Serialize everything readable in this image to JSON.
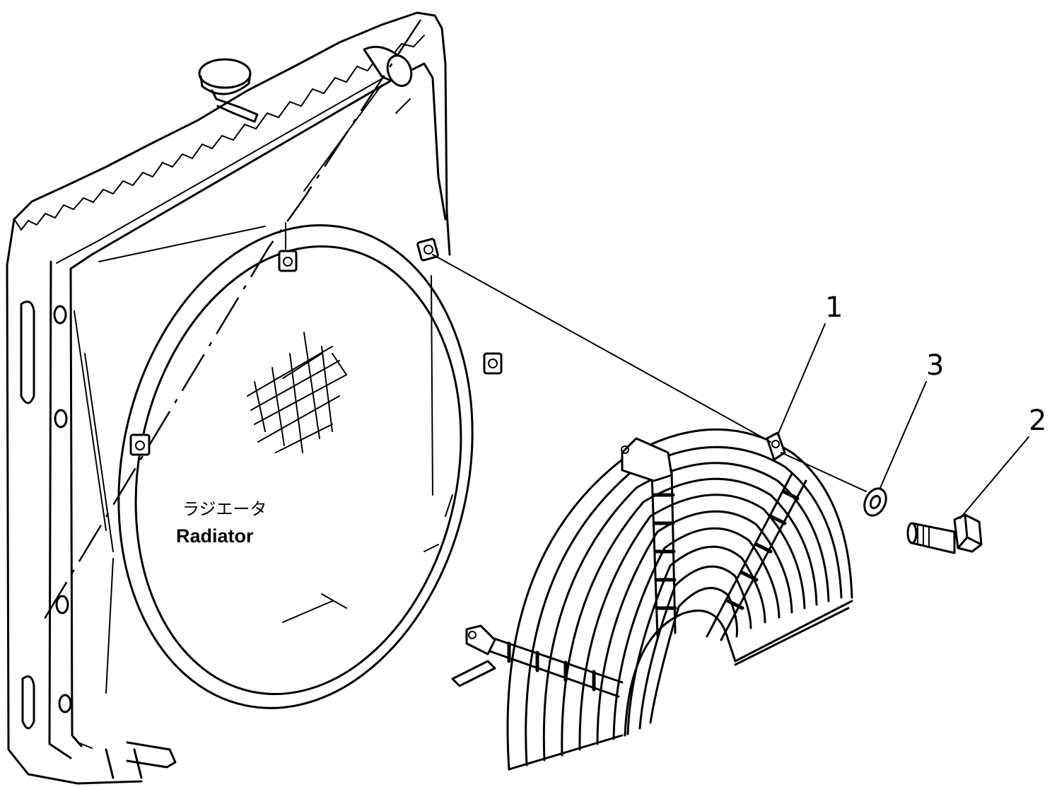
{
  "labels": {
    "component_jp": "ラジエータ",
    "component_en": "Radiator"
  },
  "callouts": [
    {
      "id": "1",
      "text": "1"
    },
    {
      "id": "3",
      "text": "3"
    },
    {
      "id": "2",
      "text": "2"
    }
  ]
}
